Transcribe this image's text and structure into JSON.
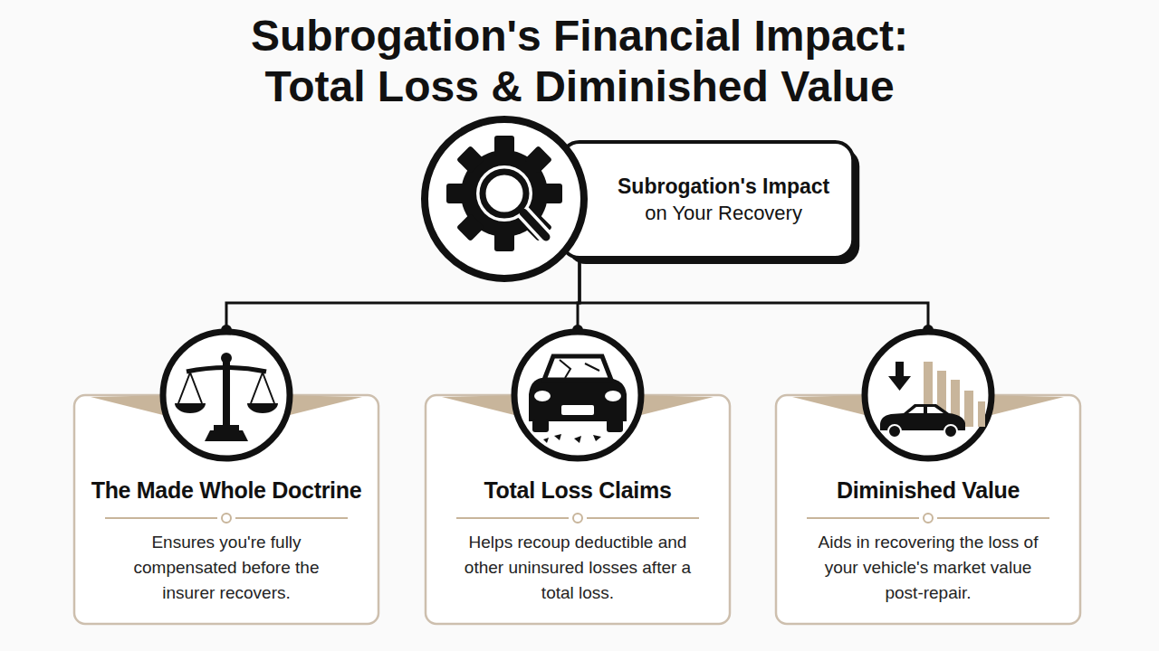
{
  "diagram": {
    "title": "Subrogation's Financial Impact: Total Loss & Diminished Value",
    "nodes": [
      {
        "text": [
          "Subrogation's Impact",
          "on Your Recovery"
        ]
      },
      {
        "text": [
          "The Made Whole Doctrine",
          "Ensures you're fully compensated before the insurer recovers."
        ]
      },
      {
        "text": [
          "Total Loss Claims",
          "Helps recoup deductible and other uninsured losses after a total loss."
        ]
      },
      {
        "text": [
          "Diminished Value",
          "Aids in recovering the loss of your vehicle's market value post-repair."
        ]
      }
    ],
    "edges": [
      {
        "from": 0,
        "to": 1,
        "arrow": "none"
      },
      {
        "from": 0,
        "to": 2,
        "arrow": "none"
      },
      {
        "from": 0,
        "to": 3,
        "arrow": "none"
      }
    ]
  }
}
